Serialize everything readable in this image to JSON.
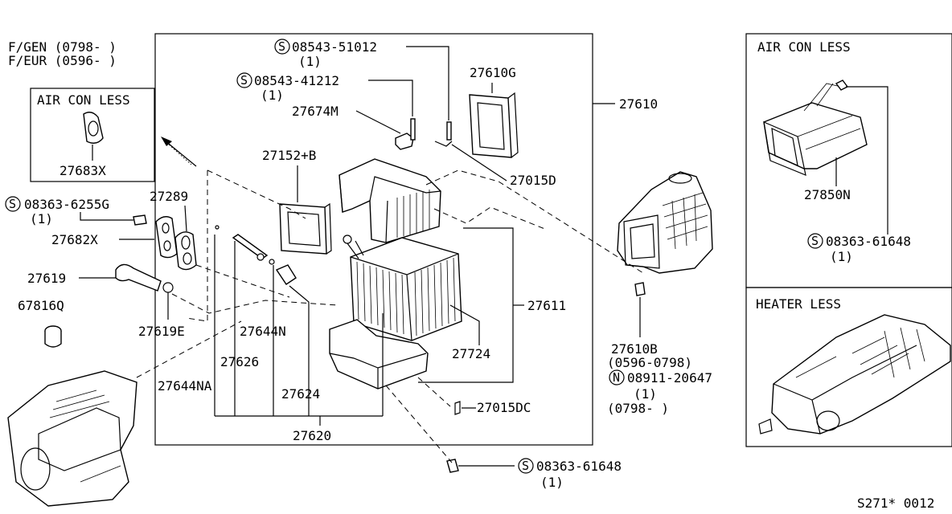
{
  "header": {
    "model_line_1": "F/GEN (0798-      )",
    "model_line_2": "F/EUR (0596-      )"
  },
  "insets": {
    "air_con_less_small": {
      "title": "AIR CON LESS",
      "part": "27683X"
    },
    "air_con_less_right": {
      "title": "AIR CON LESS",
      "part_duct": "27850N",
      "bolt_prefix": "S",
      "bolt": "08363-61648",
      "bolt_qty": "(1)"
    },
    "heater_less": {
      "title": "HEATER LESS"
    }
  },
  "callouts": {
    "bolt_51012": {
      "prefix": "S",
      "code": "08543-51012",
      "qty": "(1)"
    },
    "bolt_41212": {
      "prefix": "S",
      "code": "08543-41212",
      "qty": "(1)"
    },
    "p27674M": "27674M",
    "p27610G": "27610G",
    "p27610": "27610",
    "p27152B": "27152+B",
    "p27015D": "27015D",
    "bolt_6255G": {
      "prefix": "S",
      "code": "08363-6255G",
      "qty": "(1)"
    },
    "p27289": "27289",
    "p27682X": "27682X",
    "p27619": "27619",
    "p67816Q": "67816Q",
    "p27619E": "27619E",
    "p27644N": "27644N",
    "p27626": "27626",
    "p27644NA": "27644NA",
    "p27624": "27624",
    "p27620": "27620",
    "p27724": "27724",
    "p27611": "27611",
    "p27015DC": "27015DC",
    "p27610B": {
      "code": "27610B",
      "range": "(0596-0798)"
    },
    "nut_20647": {
      "prefix": "N",
      "code": "08911-20647",
      "qty": "(1)",
      "range": "(0798-       )"
    },
    "bolt_bottom": {
      "prefix": "S",
      "code": "08363-61648",
      "qty": "(1)"
    }
  },
  "footer": {
    "ref": "S271* 0012"
  }
}
